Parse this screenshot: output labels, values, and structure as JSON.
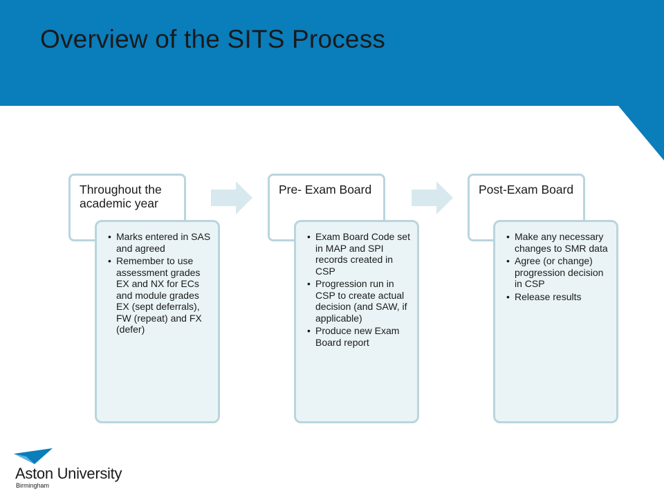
{
  "slide": {
    "title": "Overview of the SITS Process",
    "colors": {
      "banner": "#0a7dbb",
      "box_border": "#b9d5dd",
      "box_fill": "#eaf4f6",
      "arrow": "#d7e9ee"
    }
  },
  "stages": [
    {
      "heading": "Throughout the academic year",
      "items": [
        "Marks entered in SAS and agreed",
        "Remember to use assessment grades EX and NX for ECs and module grades EX (sept deferrals), FW (repeat) and FX (defer)"
      ]
    },
    {
      "heading": "Pre- Exam Board",
      "items": [
        "Exam Board Code set in MAP and SPI records created in CSP",
        "Progression run in CSP to create actual decision (and SAW, if applicable)",
        "Produce new Exam Board report"
      ]
    },
    {
      "heading": "Post-Exam Board",
      "items": [
        "Make any necessary changes to SMR data",
        "Agree (or change) progression decision in CSP",
        "Release results"
      ]
    }
  ],
  "logo": {
    "name": "Aston University",
    "city": "Birmingham",
    "icon": "aston-triangle-logo-icon"
  }
}
